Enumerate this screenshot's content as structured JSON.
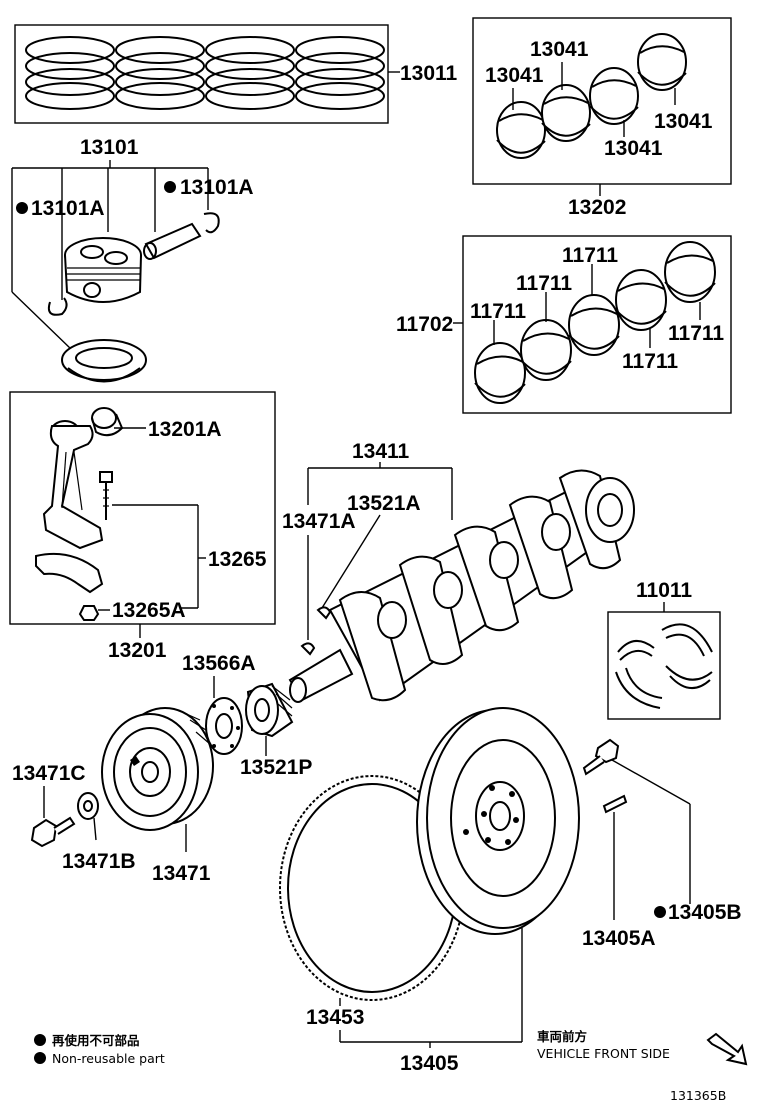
{
  "callouts": {
    "p13011": "13011",
    "p13041_a": "13041",
    "p13041_b": "13041",
    "p13041_c": "13041",
    "p13041_d": "13041",
    "p13202": "13202",
    "p13101": "13101",
    "p13101A_left": "13101A",
    "p13101A_right": "13101A",
    "p11711_a": "11711",
    "p11711_b": "11711",
    "p11711_c": "11711",
    "p11711_d": "11711",
    "p11711_e": "11711",
    "p11702": "11702",
    "p13201A": "13201A",
    "p13265": "13265",
    "p13265A": "13265A",
    "p13201": "13201",
    "p13411": "13411",
    "p13521A": "13521A",
    "p13471A": "13471A",
    "p11011": "11011",
    "p13566A": "13566A",
    "p13521P": "13521P",
    "p13471C": "13471C",
    "p13471B": "13471B",
    "p13471": "13471",
    "p13405B": "13405B",
    "p13405A": "13405A",
    "p13453": "13453",
    "p13405": "13405"
  },
  "legend": {
    "non_reusable_jp": "再使用不可部品",
    "non_reusable_en": "Non-reusable part"
  },
  "direction": {
    "label_jp": "車両前方",
    "label_en": "VEHICLE FRONT SIDE"
  },
  "illustration_code": "131365B"
}
